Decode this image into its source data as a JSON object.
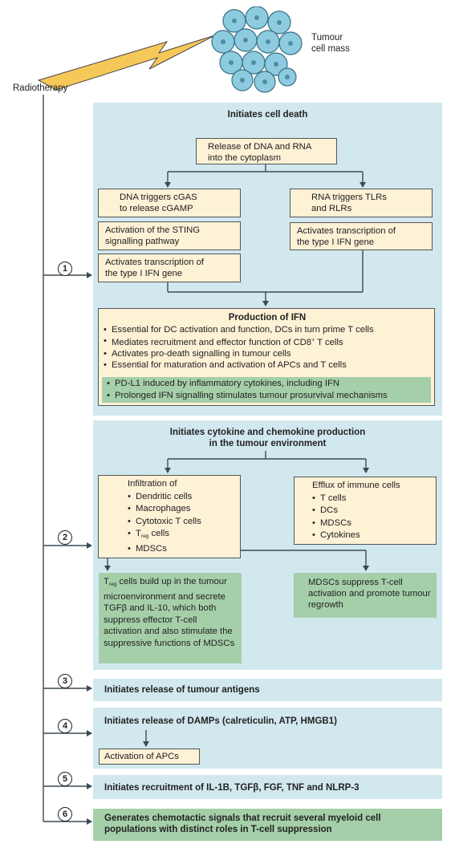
{
  "header": {
    "tumour_label": "Tumour\ncell mass",
    "radiotherapy_label": "Radiotherapy"
  },
  "step_numbers": [
    "1",
    "2",
    "3",
    "4",
    "5",
    "6"
  ],
  "section1": {
    "title": "Initiates cell death",
    "release_box": "Release of DNA and RNA\ninto the cytoplasm",
    "left_col": [
      "DNA triggers cGAS\nto release cGAMP",
      "Activation of the STING\nsignalling pathway",
      "Activates transcription of\nthe type I IFN gene"
    ],
    "right_col": [
      "RNA triggers TLRs\nand RLRs",
      "Activates transcription of\nthe type I IFN gene"
    ],
    "ifn_title": "Production of IFN",
    "ifn_bullets": [
      "Essential for DC activation and function, DCs in turn prime T cells",
      "Mediates recruitment and effector function of CD8",
      "Activates pro-death signalling in tumour cells",
      "Essential for maturation and activation of APCs and T cells"
    ],
    "cd8_sup": "+",
    "cd8_tail": " T cells",
    "ifn_green_bullets": [
      "PD-L1 induced by inflammatory cytokines, including IFN",
      "Prolonged IFN signalling stimulates tumour prosurvival mechanisms"
    ]
  },
  "section2": {
    "title": "Initiates cytokine and chemokine production\nin the tumour environment",
    "infiltration_title": "Infiltration of",
    "infiltration_items": [
      "Dendritic cells",
      "Macrophages",
      "Cytotoxic T cells",
      "T",
      "MDSCs"
    ],
    "treg_sub": "reg",
    "treg_tail": " cells",
    "efflux_title": "Efflux of immune cells",
    "efflux_items": [
      "T cells",
      "DCs",
      "MDSCs",
      "Cytokines"
    ],
    "treg_box_head": "T",
    "treg_box_sub": "reg",
    "treg_box_text": " cells build up in the tumour microenvironment and secrete TGFβ and IL-10, which both suppress effector T-cell activation and also stimulate the suppressive functions of MDSCs",
    "mdsc_box": "MDSCs suppress T-cell activation and promote tumour regrowth"
  },
  "section3": {
    "title": "Initiates release of tumour antigens"
  },
  "section4": {
    "title": "Initiates release of DAMPs (calreticulin, ATP, HMGB1)",
    "apc_box": "Activation of APCs"
  },
  "section5": {
    "title": "Initiates recruitment of IL-1B, TGFβ, FGF, TNF and NLRP-3"
  },
  "section6": {
    "title": "Generates chemotactic signals that recruit several myeloid cell\npopulations with distinct roles in T-cell suppression"
  },
  "colors": {
    "panel": "#d2e8ef",
    "box": "#fdf1d6",
    "green": "#a5cfa9",
    "cell": "#8ccbe0",
    "lightning": "#f6c85a"
  }
}
